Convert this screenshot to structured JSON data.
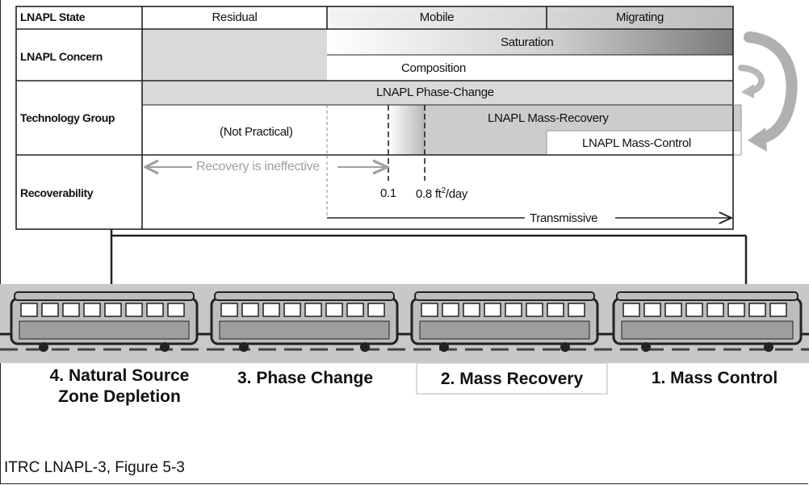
{
  "table": {
    "row_lnapl_state": "LNAPL State",
    "row_lnapl_concern": "LNAPL Concern",
    "row_technology_group": "Technology Group",
    "row_recoverability": "Recoverability",
    "state_residual": "Residual",
    "state_mobile": "Mobile",
    "state_migrating": "Migrating",
    "concern_saturation": "Saturation",
    "concern_composition": "Composition",
    "tech_phase_change": "LNAPL Phase-Change",
    "tech_not_practical": "(Not Practical)",
    "tech_mass_recovery": "LNAPL Mass-Recovery",
    "tech_mass_control": "LNAPL Mass-Control",
    "recovery_ineffective": "Recovery is ineffective",
    "value_low": "0.1",
    "value_high": "0.8 ft",
    "value_high_sup": "2",
    "value_high_unit": "/day",
    "transmissive": "Transmissive"
  },
  "train": {
    "car4_label": "4. Natural Source\nZone Depletion",
    "car3_label": "3. Phase Change",
    "car2_label": "2. Mass Recovery",
    "car1_label": "1. Mass Control"
  },
  "caption": "ITRC LNAPL-3, Figure 5-3",
  "colors": {
    "grid_line": "#222222",
    "fill_light": "#d9d9d9",
    "fill_mid": "#bfbfbf",
    "fill_dark": "#8c8c8c",
    "arrow_gray": "#a6a6a6",
    "track_band": "#c8c8c8"
  }
}
